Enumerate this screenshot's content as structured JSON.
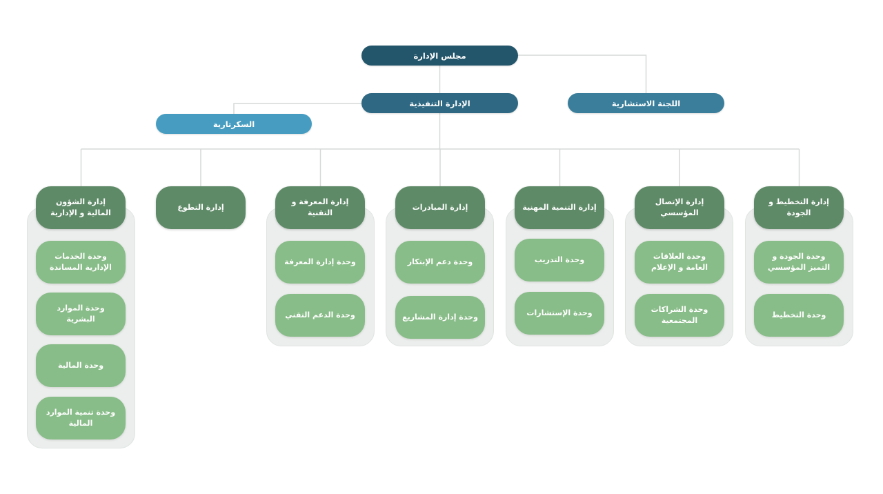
{
  "top": {
    "board": "مجلس الإدارة",
    "executive": "الإدارة التنفيذية",
    "advisory": "اللجنة الاستشارية",
    "secretary": "السكرتارية"
  },
  "departments": [
    {
      "title": "إدارة التخطيط و الجودة",
      "units": [
        "وحدة الجودة و التميز المؤسسي",
        "وحدة التخطيط"
      ]
    },
    {
      "title": "إدارة الإتصال المؤسسي",
      "units": [
        "وحدة العلاقات العامة و الإعلام",
        "وحدة الشراكات المجتمعية"
      ]
    },
    {
      "title": "إدارة التنمية المهنية",
      "units": [
        "وحدة التدريب",
        "وحدة الإستشارات"
      ]
    },
    {
      "title": "إدارة المبادرات",
      "units": [
        "وحدة دعم الإبتكار",
        "وحدة إدارة المشاريع"
      ]
    },
    {
      "title": "إدارة المعرفة و التقنية",
      "units": [
        "وحدة إدارة المعرفة",
        "وحدة الدعم التقني"
      ]
    },
    {
      "title": "إدارة التطوع",
      "units": []
    },
    {
      "title": "إدارة الشؤون المالية و الإدارية",
      "units": [
        "وحدة الخدمات الإدارية المساندة",
        "وحدة الموارد البشرية",
        "وحدة المالية",
        "وحدة تنمية الموارد المالية"
      ]
    }
  ],
  "colors": {
    "board": "#24566b",
    "executive": "#2e6882",
    "advisory": "#3a7e9b",
    "secretary": "#469dc1",
    "department": "#5e8a67",
    "unit": "#88bc88",
    "panel": "#ebeeec",
    "connector": "#d6d9d8"
  }
}
